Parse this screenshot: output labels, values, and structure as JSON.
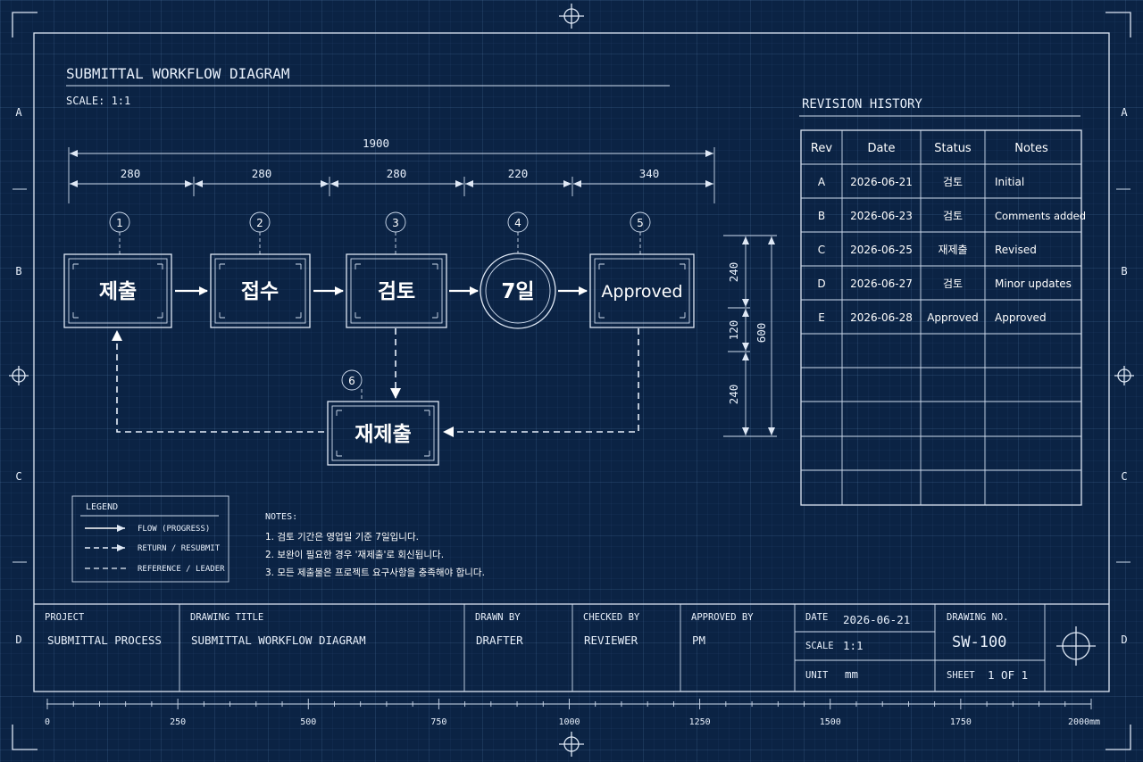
{
  "title": "SUBMITTAL WORKFLOW DIAGRAM",
  "scale_label": "SCALE: 1:1",
  "border_letters": [
    "A",
    "B",
    "C",
    "D"
  ],
  "dimensions": {
    "top_total": "1900",
    "top_segments": [
      "280",
      "280",
      "280",
      "220",
      "340"
    ],
    "right_segments": [
      "240",
      "120",
      "240"
    ],
    "right_total": "600"
  },
  "nodes": [
    {
      "num": "1",
      "label": "제출"
    },
    {
      "num": "2",
      "label": "접수"
    },
    {
      "num": "3",
      "label": "검토"
    },
    {
      "num": "4",
      "label": "7일"
    },
    {
      "num": "5",
      "label": "Approved"
    },
    {
      "num": "6",
      "label": "재제출"
    }
  ],
  "legend": {
    "title": "LEGEND",
    "items": [
      "FLOW (PROGRESS)",
      "RETURN / RESUBMIT",
      "REFERENCE / LEADER"
    ]
  },
  "notes": {
    "title": "NOTES:",
    "items": [
      "1.  검토 기간은 영업일 기준 7일입니다.",
      "2.  보완이 필요한 경우 '재제출'로 회신됩니다.",
      "3.  모든 제출물은 프로젝트 요구사항을 충족해야 합니다."
    ]
  },
  "revision": {
    "title": "REVISION HISTORY",
    "headers": [
      "Rev",
      "Date",
      "Status",
      "Notes"
    ],
    "rows": [
      [
        "A",
        "2026-06-21",
        "검토",
        "Initial"
      ],
      [
        "B",
        "2026-06-23",
        "검토",
        "Comments added"
      ],
      [
        "C",
        "2026-06-25",
        "재제출",
        "Revised"
      ],
      [
        "D",
        "2026-06-27",
        "검토",
        "Minor updates"
      ],
      [
        "E",
        "2026-06-28",
        "Approved",
        "Approved"
      ]
    ]
  },
  "titleblock": {
    "project_label": "PROJECT",
    "project": "SUBMITTAL PROCESS",
    "drawing_title_label": "DRAWING TITLE",
    "drawing_title": "SUBMITTAL WORKFLOW DIAGRAM",
    "drawn_by_label": "DRAWN BY",
    "drawn_by": "DRAFTER",
    "checked_by_label": "CHECKED BY",
    "checked_by": "REVIEWER",
    "approved_by_label": "APPROVED BY",
    "approved_by": "PM",
    "date_label": "DATE",
    "date": "2026-06-21",
    "scale_label": "SCALE",
    "scale": "1:1",
    "unit_label": "UNIT",
    "unit": "mm",
    "drawing_no_label": "DRAWING NO.",
    "drawing_no": "SW-100",
    "sheet_label": "SHEET",
    "sheet": "1 OF 1"
  },
  "ruler": {
    "labels": [
      "0",
      "250",
      "500",
      "750",
      "1000",
      "1250",
      "1500",
      "1750",
      "2000mm"
    ]
  }
}
